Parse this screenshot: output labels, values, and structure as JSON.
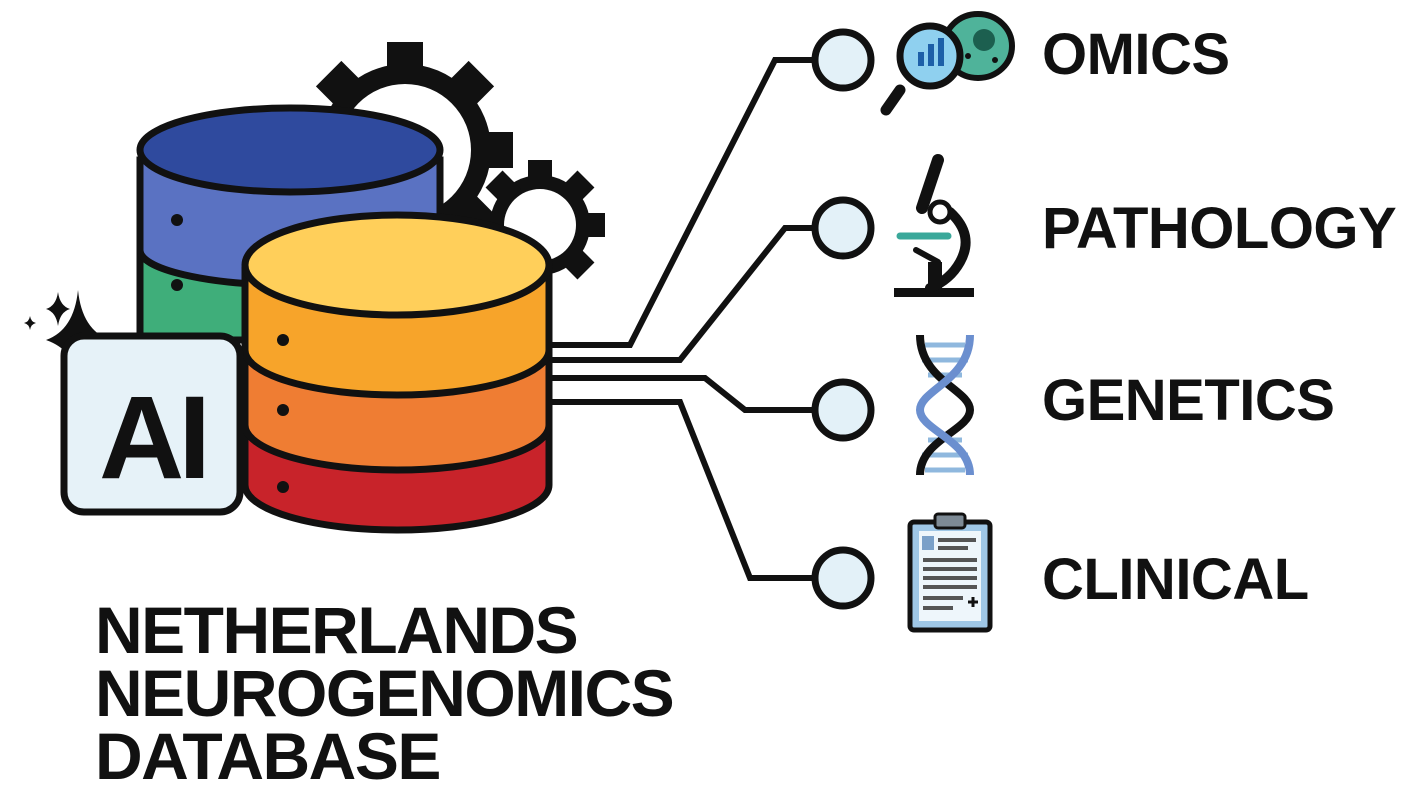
{
  "badge": {
    "text": "AI"
  },
  "title": {
    "lines": [
      "NETHERLANDS",
      "NEUROGENOMICS",
      "DATABASE"
    ]
  },
  "categories": [
    {
      "key": "omics",
      "label": "OMICS",
      "icon": "magnifier-cell-icon"
    },
    {
      "key": "pathology",
      "label": "PATHOLOGY",
      "icon": "microscope-icon"
    },
    {
      "key": "genetics",
      "label": "GENETICS",
      "icon": "dna-helix-icon"
    },
    {
      "key": "clinical",
      "label": "CLINICAL",
      "icon": "clipboard-icon"
    }
  ],
  "colors": {
    "back_db_top": "#2f4a9e",
    "back_db_layer1": "#5a72c2",
    "back_db_layer2": "#3fae7a",
    "front_db_top": "#ffcf5a",
    "front_db_layer1": "#f7a42a",
    "front_db_layer2": "#ef7d33",
    "front_db_layer3": "#c8232a",
    "node_fill": "#e3f1f8",
    "outline": "#111111"
  }
}
